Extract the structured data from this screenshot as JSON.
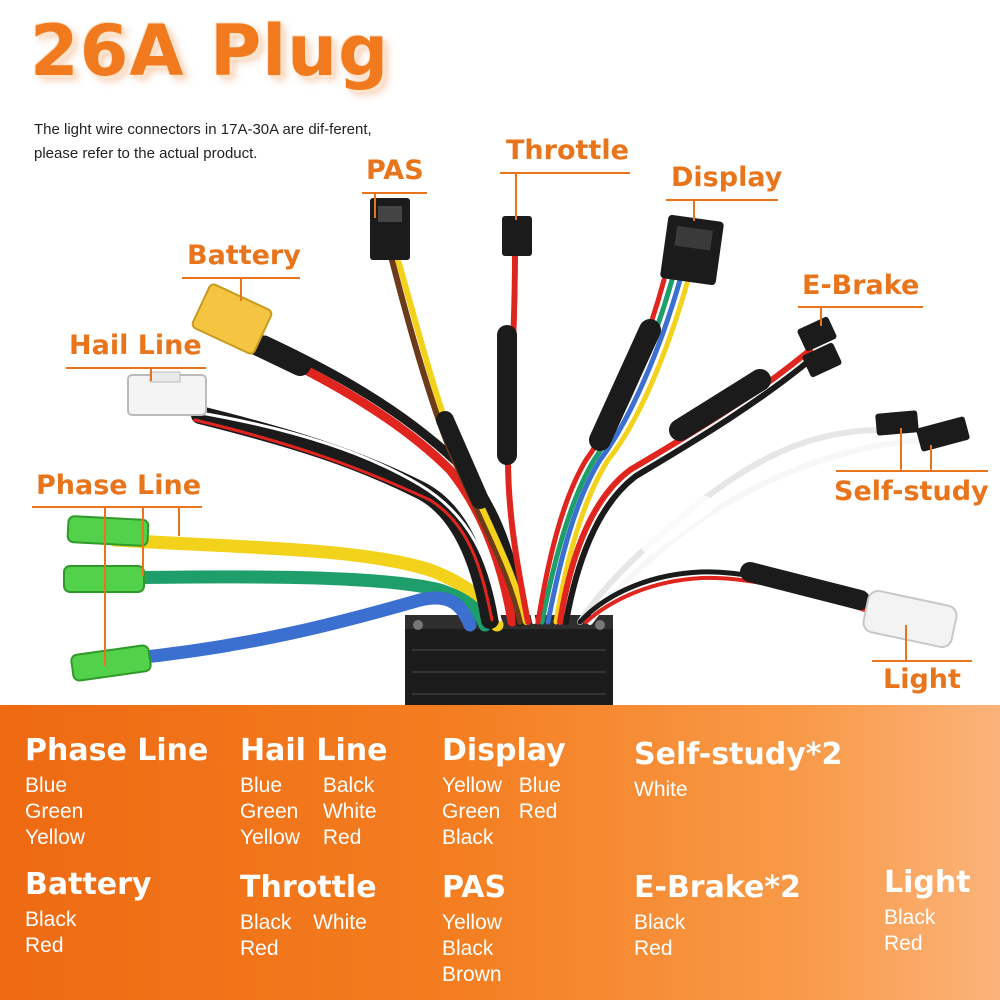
{
  "title": "26A Plug",
  "note": "The light wire connectors in 17A-30A are dif-ferent, please refer to the actual product.",
  "callouts": {
    "pas": "PAS",
    "throttle": "Throttle",
    "display": "Display",
    "battery": "Battery",
    "ebrake": "E-Brake",
    "hail_line": "Hail Line",
    "phase_line": "Phase Line",
    "self_study": "Self-study",
    "light": "Light"
  },
  "legend": {
    "phase_line": {
      "title": "Phase Line",
      "items": [
        "Blue",
        "Green",
        "Yellow"
      ]
    },
    "hail_line": {
      "title": "Hail Line",
      "items": [
        "Blue",
        "Balck",
        "Green",
        "White",
        "Yellow",
        "Red"
      ]
    },
    "display": {
      "title": "Display",
      "items": [
        "Yellow",
        "Blue",
        "Green",
        "Red",
        "Black"
      ]
    },
    "self_study": {
      "title": "Self-study*2",
      "items": [
        "White"
      ]
    },
    "battery": {
      "title": "Battery",
      "items": [
        "Black",
        "Red"
      ]
    },
    "throttle": {
      "title": "Throttle",
      "items": [
        "Black",
        "White",
        "Red"
      ]
    },
    "pas": {
      "title": "PAS",
      "items": [
        "Yellow",
        "Black",
        "Brown"
      ]
    },
    "ebrake": {
      "title": "E-Brake*2",
      "items": [
        "Black",
        "Red"
      ]
    },
    "light": {
      "title": "Light",
      "items": [
        "Black",
        "Red"
      ]
    }
  },
  "colors": {
    "accent": "#e8741c",
    "banner": "#f47d20",
    "wire_red": "#e0251f",
    "wire_yellow": "#f2d21a",
    "wire_green": "#1e9e6a",
    "wire_blue": "#3b6fd0",
    "wire_black": "#1b1b1b",
    "wire_white": "#f4f4f4",
    "connector_green": "#52d24a",
    "battery_connector": "#f5c542"
  }
}
